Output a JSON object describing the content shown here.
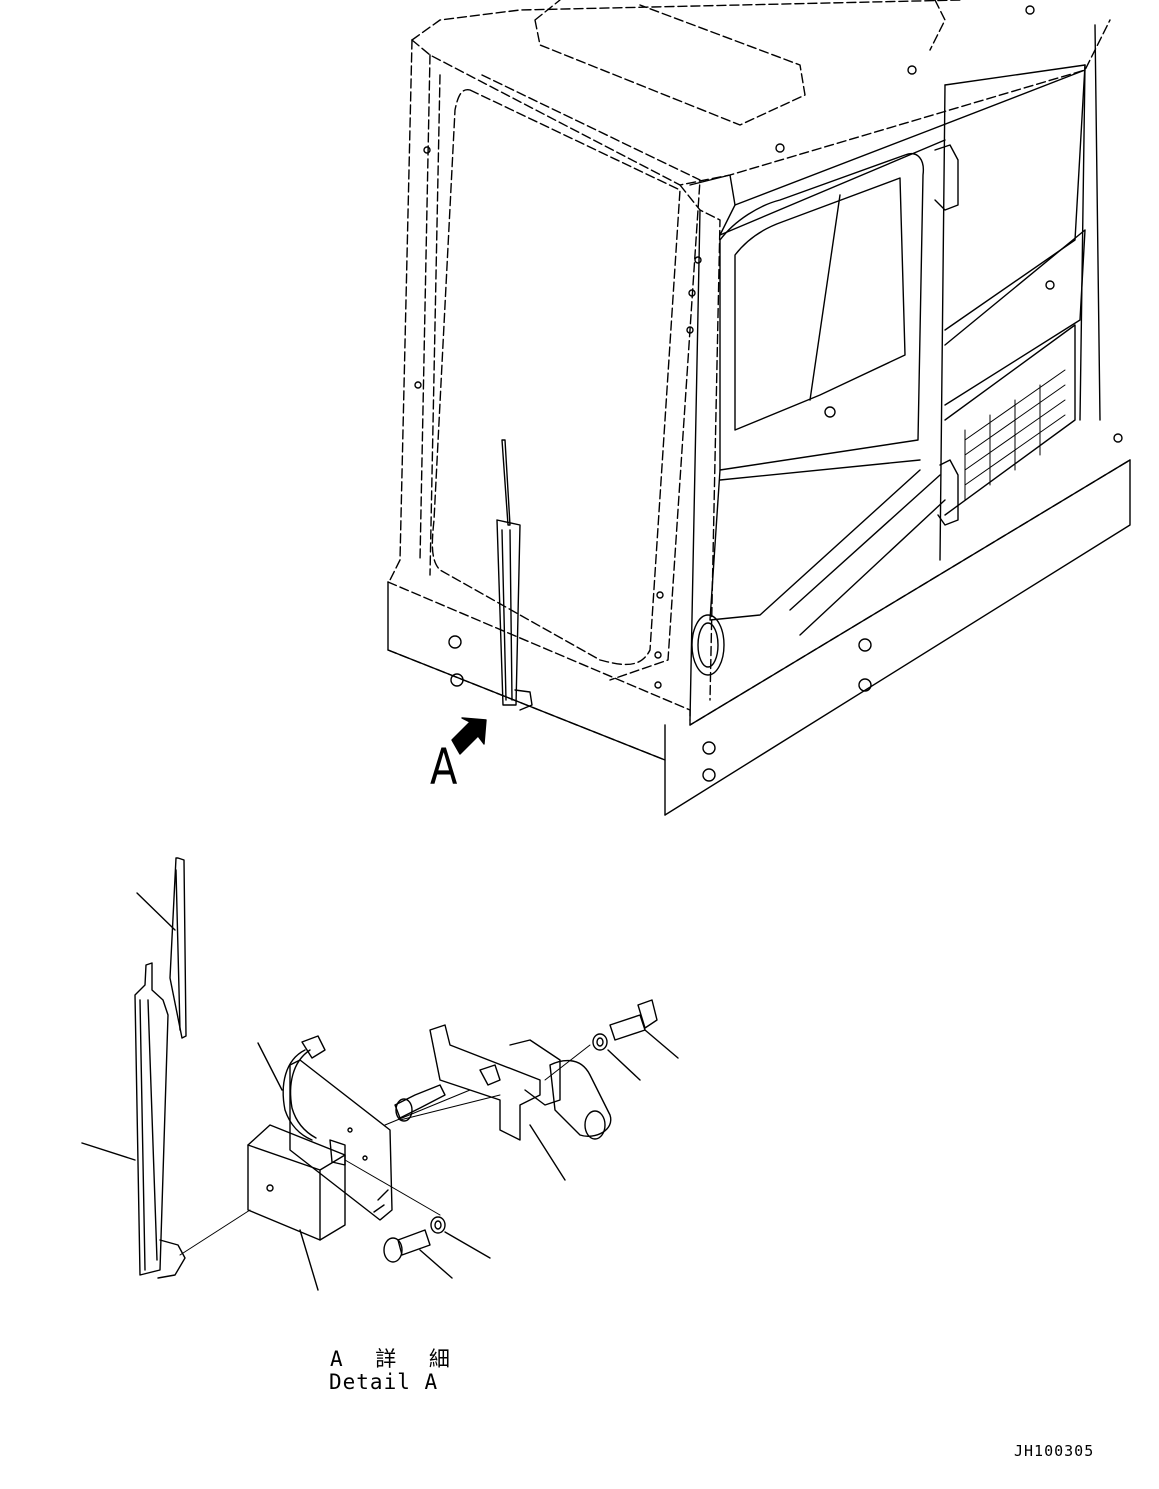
{
  "labels": {
    "callout": "A",
    "detail_title_jp": "A 詳 細",
    "detail_title_en": "Detail A",
    "drawing_code": "JH100305"
  },
  "colors": {
    "line": "#000000",
    "background": "#ffffff"
  }
}
